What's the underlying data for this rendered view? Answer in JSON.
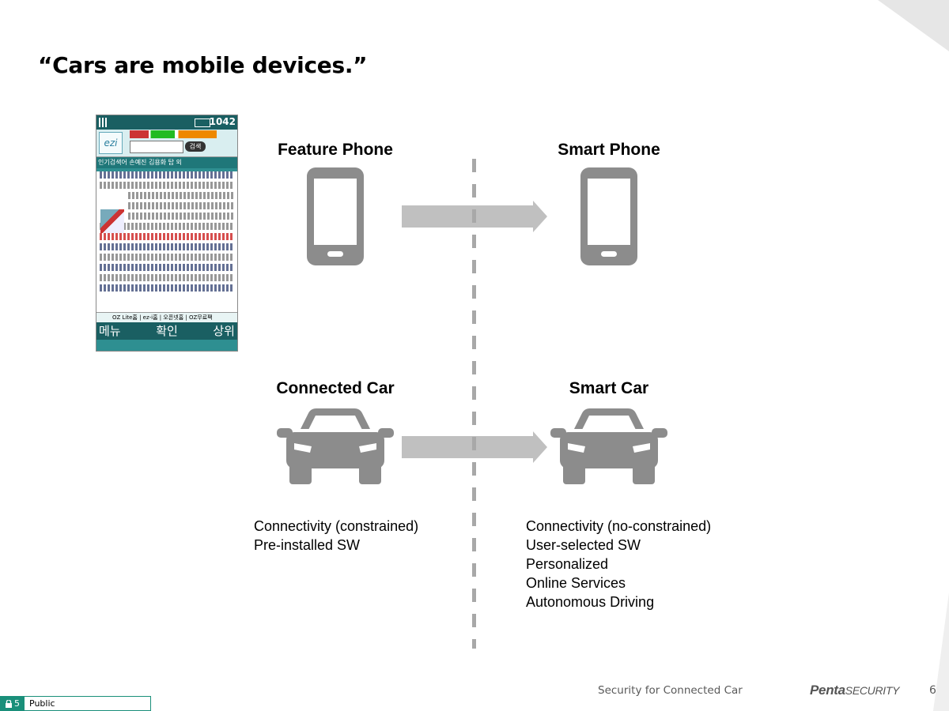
{
  "slide": {
    "title": "“Cars are mobile devices.”",
    "page_number": "6",
    "footer": "Security for Connected Car",
    "brand": {
      "main": "Penta",
      "sub": "SECURITY"
    },
    "classification": {
      "level": "5",
      "label": "Public",
      "lock_icon": "lock-icon"
    }
  },
  "screenshot": {
    "clock": "1042",
    "search_button": "검색",
    "tabs": "인기검색어  손예진  김용화  탑 외",
    "footer_links": "OZ Lite홈 | ez-i홈 | 오픈넷홈 | OZ무료팩",
    "softkeys": [
      "메뉴",
      "확인",
      "상위"
    ]
  },
  "diagram": {
    "headings": {
      "feature_phone": "Feature Phone",
      "smart_phone": "Smart Phone",
      "connected_car": "Connected Car",
      "smart_car": "Smart Car"
    },
    "icons": {
      "phone": "smartphone-icon",
      "car": "car-icon",
      "arrow": "right-arrow-icon"
    },
    "connected_car_features": [
      "Connectivity (constrained)",
      "Pre-installed SW"
    ],
    "smart_car_features": [
      "Connectivity (no-constrained)",
      "User-selected SW",
      "Personalized",
      "Online Services",
      "Autonomous Driving"
    ],
    "colors": {
      "icon_gray": "#8c8c8c",
      "arrow_gray": "#c0c0c0",
      "divider_gray": "#a8a8a8"
    }
  }
}
